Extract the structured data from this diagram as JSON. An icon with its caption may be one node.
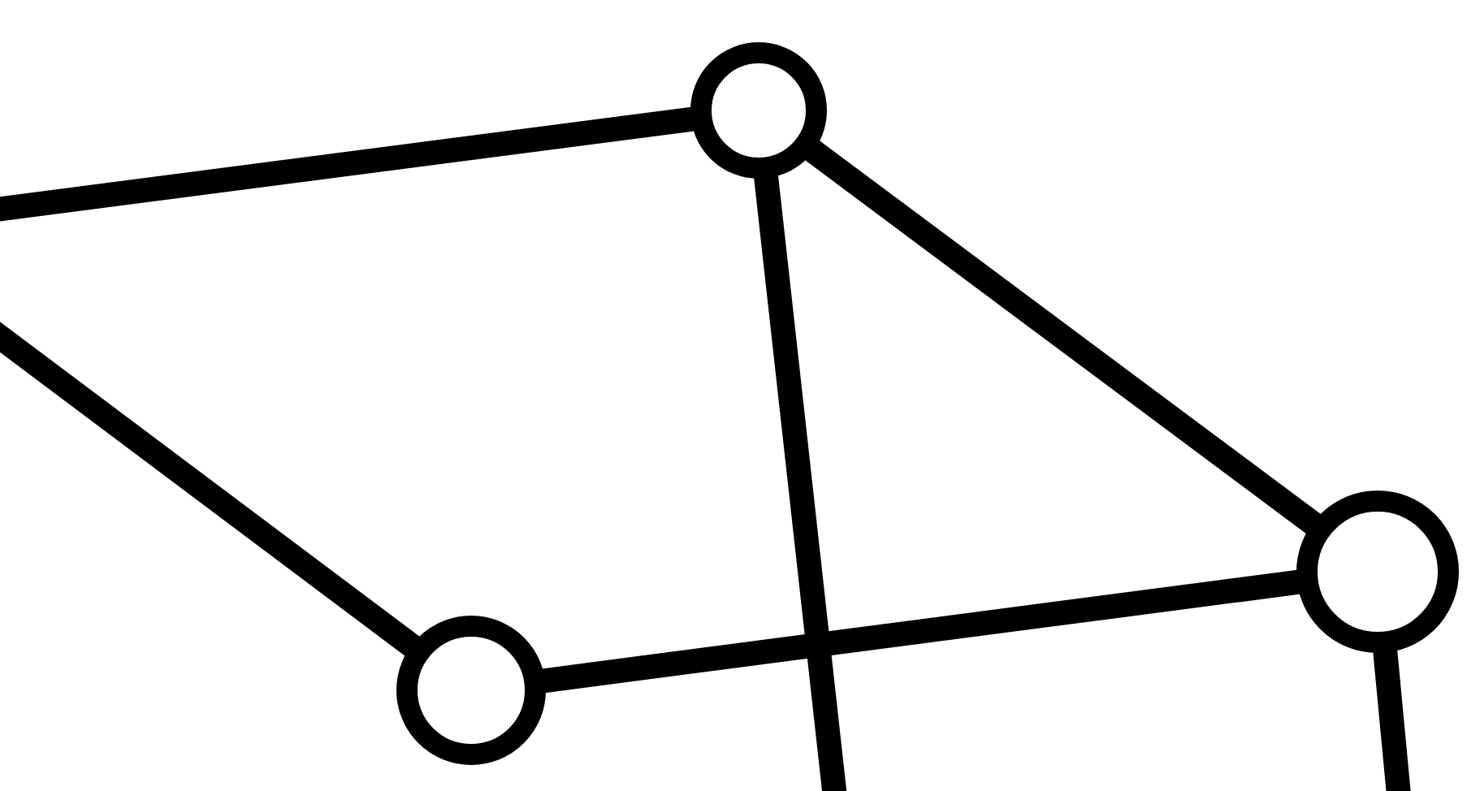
{
  "diagram": {
    "nodes": [
      {
        "text": [],
        "shape": "circle"
      },
      {
        "text": [],
        "shape": "circle"
      },
      {
        "text": [],
        "shape": "circle"
      }
    ],
    "edges": [
      {
        "from": null,
        "to": 1,
        "arrow": "none"
      },
      {
        "from": null,
        "to": 0,
        "arrow": "none"
      },
      {
        "from": 1,
        "to": 2,
        "arrow": "none"
      },
      {
        "from": 1,
        "to": null,
        "arrow": "none"
      },
      {
        "from": 0,
        "to": 2,
        "arrow": "none"
      },
      {
        "from": 2,
        "to": null,
        "arrow": "none"
      }
    ]
  }
}
